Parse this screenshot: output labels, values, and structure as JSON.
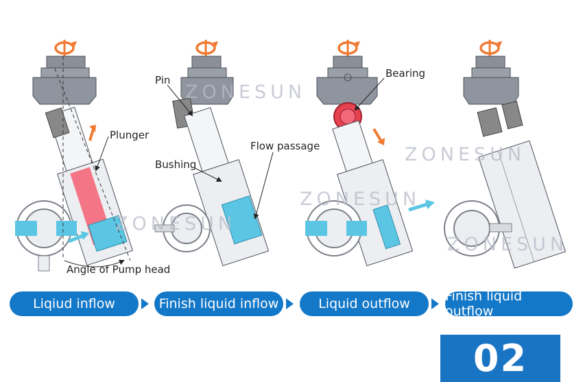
{
  "colors": {
    "step_blue": "#1478c8",
    "arrow_blue": "#1478c8",
    "badge_blue": "#1a74c4",
    "liquid": "#5bc6e3",
    "plunger_red": "#f4677a",
    "rotation_orange": "#f07a32",
    "metal": "#8a8f98",
    "outline": "#4a4f58"
  },
  "labels": {
    "plunger": "Plunger",
    "pin": "Pin",
    "bearing": "Bearing",
    "bushing": "Bushing",
    "flow_passage": "Flow passage",
    "angle": "Angle of Pump head"
  },
  "watermark": "ZONESUN",
  "steps": [
    {
      "label": "Liqiud inflow"
    },
    {
      "label": "Finish liquid inflow"
    },
    {
      "label": "Liquid outflow"
    },
    {
      "label": "Finish liquid outflow"
    }
  ],
  "step_arrow_icon": "triangle-right",
  "page_number": "02"
}
